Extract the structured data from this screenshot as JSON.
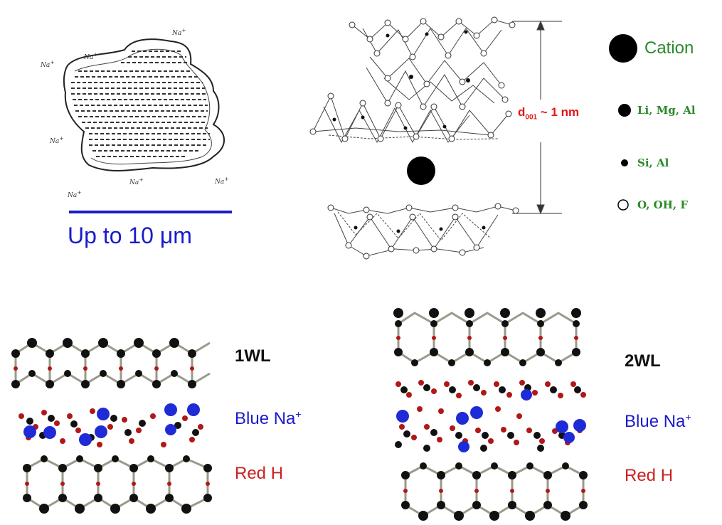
{
  "particle": {
    "ion_label": "Na",
    "ion_charge": "+",
    "scale_label": "Up to 10 μm"
  },
  "structure": {
    "spacing_label_main": "d",
    "spacing_label_sub": "001",
    "spacing_label_rest": " ~ 1 nm"
  },
  "legend": {
    "cation": "Cation",
    "octahedral": "Li, Mg, Al",
    "tetrahedral": "Si, Al",
    "anion": "O, OH, F"
  },
  "panel_1wl": {
    "title": "1WL",
    "blue_label": "Blue Na",
    "blue_sup": "+",
    "red_label": "Red H"
  },
  "panel_2wl": {
    "title": "2WL",
    "blue_label": "Blue Na",
    "blue_sup": "+",
    "red_label": "Red H"
  },
  "colors": {
    "scale_blue": "#1a1acc",
    "legend_green": "#2a8a2a",
    "spacing_red": "#e01818",
    "na_blue": "#1f2bd6",
    "h_red": "#b01818"
  }
}
